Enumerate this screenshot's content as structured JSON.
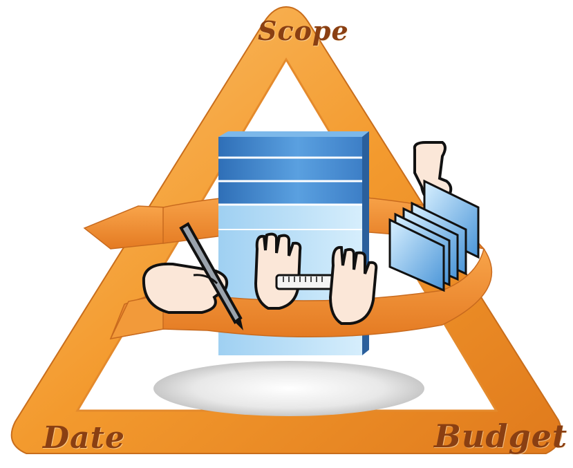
{
  "labels": {
    "scope": "Scope",
    "date": "Date",
    "budget": "Budget"
  },
  "colors": {
    "triangle_outer": "#f39a2e",
    "triangle_inner": "#f7b35a",
    "arrow": "#f0892a",
    "server_blue": "#4b8fd6",
    "server_dark": "#2d68ad",
    "text": "#8a3f12"
  },
  "icons": [
    "hand-writing-with-pen-icon",
    "hands-measuring-tape-icon",
    "hand-filing-documents-icon",
    "server-stack-icon",
    "cycle-arrow-icon"
  ]
}
